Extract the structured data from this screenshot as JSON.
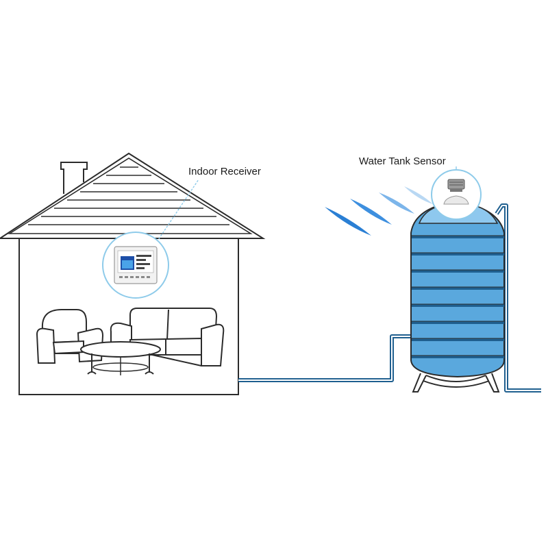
{
  "labels": {
    "indoor_receiver": "Indoor Receiver",
    "water_tank_sensor": "Water Tank Sensor"
  },
  "colors": {
    "outline": "#2b2b2b",
    "tank_fill": "#5aa8dd",
    "tank_band": "#1f5f8f",
    "pipe": "#1f5f8f",
    "signal": "#2a7fd4",
    "callout": "#8ecbea",
    "screen": "#1d4fa8"
  },
  "icons": {
    "house": "house-outline",
    "sofa": "sofa-icon",
    "armchair": "armchair-icon",
    "table": "coffee-table-icon",
    "receiver": "lcd-receiver-icon",
    "tank": "water-tank-icon",
    "sensor": "tank-sensor-icon",
    "signal": "wireless-signal-icon"
  }
}
